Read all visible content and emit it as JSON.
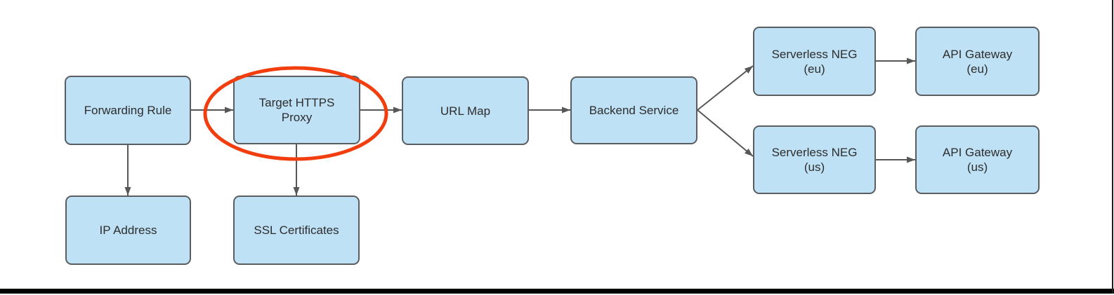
{
  "diagram": {
    "description": "HTTPS load balancer architecture flow diagram",
    "nodes": {
      "forwarding_rule": {
        "label": "Forwarding Rule",
        "lines": [
          "Forwarding Rule"
        ]
      },
      "target_https_proxy": {
        "label": "Target HTTPS Proxy",
        "lines": [
          "Target HTTPS",
          "Proxy"
        ],
        "highlighted": true
      },
      "url_map": {
        "label": "URL Map",
        "lines": [
          "URL Map"
        ]
      },
      "backend_service": {
        "label": "Backend Service",
        "lines": [
          "Backend Service"
        ]
      },
      "serverless_neg_eu": {
        "label": "Serverless NEG (eu)",
        "lines": [
          "Serverless NEG",
          "(eu)"
        ]
      },
      "api_gateway_eu": {
        "label": "API Gateway (eu)",
        "lines": [
          "API Gateway",
          "(eu)"
        ]
      },
      "serverless_neg_us": {
        "label": "Serverless NEG (us)",
        "lines": [
          "Serverless NEG",
          "(us)"
        ]
      },
      "api_gateway_us": {
        "label": "API Gateway (us)",
        "lines": [
          "API Gateway",
          "(us)"
        ]
      },
      "ip_address": {
        "label": "IP Address",
        "lines": [
          "IP Address"
        ]
      },
      "ssl_certificates": {
        "label": "SSL Certificates",
        "lines": [
          "SSL Certificates"
        ]
      }
    },
    "edges": [
      {
        "from": "forwarding_rule",
        "to": "target_https_proxy"
      },
      {
        "from": "target_https_proxy",
        "to": "url_map"
      },
      {
        "from": "url_map",
        "to": "backend_service"
      },
      {
        "from": "backend_service",
        "to": "serverless_neg_eu"
      },
      {
        "from": "backend_service",
        "to": "serverless_neg_us"
      },
      {
        "from": "serverless_neg_eu",
        "to": "api_gateway_eu"
      },
      {
        "from": "serverless_neg_us",
        "to": "api_gateway_us"
      },
      {
        "from": "forwarding_rule",
        "to": "ip_address"
      },
      {
        "from": "target_https_proxy",
        "to": "ssl_certificates"
      }
    ],
    "highlight": {
      "shape": "ellipse",
      "around": "target_https_proxy"
    },
    "colors": {
      "node_fill": "#BFE1F5",
      "node_border": "#5B5E60",
      "arrow": "#575757",
      "highlight_ellipse": "#F23E0E",
      "text": "#2D2D2D",
      "bottom_bar": "#000000",
      "edge_line": "#1F1F1F"
    }
  }
}
